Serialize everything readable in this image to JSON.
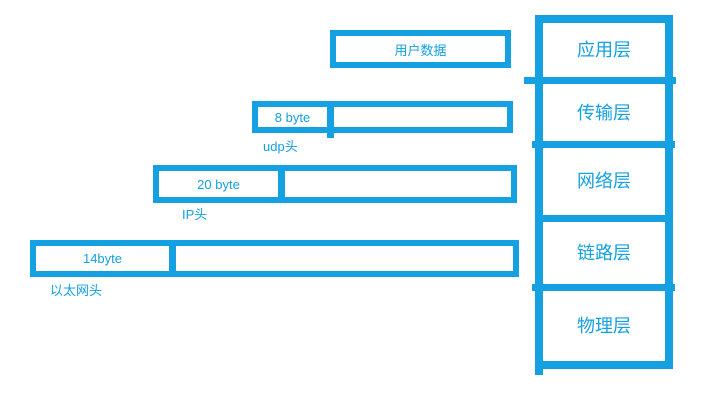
{
  "diagram": {
    "accent_color": "#14a0e1",
    "packets": {
      "user_data": {
        "label": "用户数据"
      },
      "udp": {
        "header_size": "8 byte",
        "caption": "udp头"
      },
      "ip": {
        "header_size": "20 byte",
        "caption": "IP头"
      },
      "ethernet": {
        "header_size": "14byte",
        "caption": "以太网头"
      }
    },
    "layers": [
      {
        "label": "应用层"
      },
      {
        "label": "传输层"
      },
      {
        "label": "网络层"
      },
      {
        "label": "链路层"
      },
      {
        "label": "物理层"
      }
    ]
  }
}
